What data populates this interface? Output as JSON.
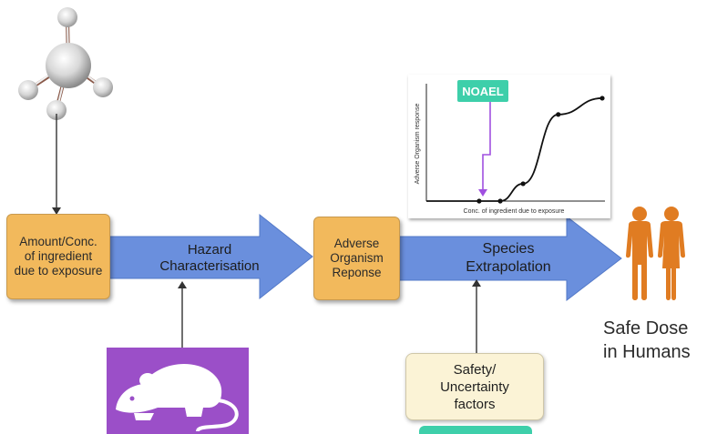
{
  "boxes": {
    "amount": "Amount/Conc. of ingredient due to exposure",
    "adverse": "Adverse Organism Reponse",
    "safety": "Safety/ Uncertainty factors"
  },
  "arrows": {
    "hazard": "Hazard Characterisation",
    "species": "Species Extrapolation"
  },
  "result": "Safe Dose in Humans",
  "chart": {
    "noael_label": "NOAEL",
    "xlabel": "Conc. of ingredient due to exposure",
    "ylabel": "Adverse Organism response"
  },
  "colors": {
    "arrow_blue": "#6a8fdd",
    "box_orange": "#f2b95c",
    "noael_teal": "#3ecfaa",
    "rat_purple": "#9b4fc8",
    "human_orange": "#e07c22"
  },
  "chart_data": {
    "type": "line",
    "title": "",
    "xlabel": "Conc. of ingredient due to exposure",
    "ylabel": "Adverse Organism response",
    "annotation": "NOAEL",
    "points": [
      [
        0.0,
        0.0
      ],
      [
        0.3,
        0.0
      ],
      [
        0.42,
        0.0
      ],
      [
        0.55,
        0.16
      ],
      [
        0.75,
        0.8
      ],
      [
        1.0,
        0.95
      ]
    ]
  }
}
